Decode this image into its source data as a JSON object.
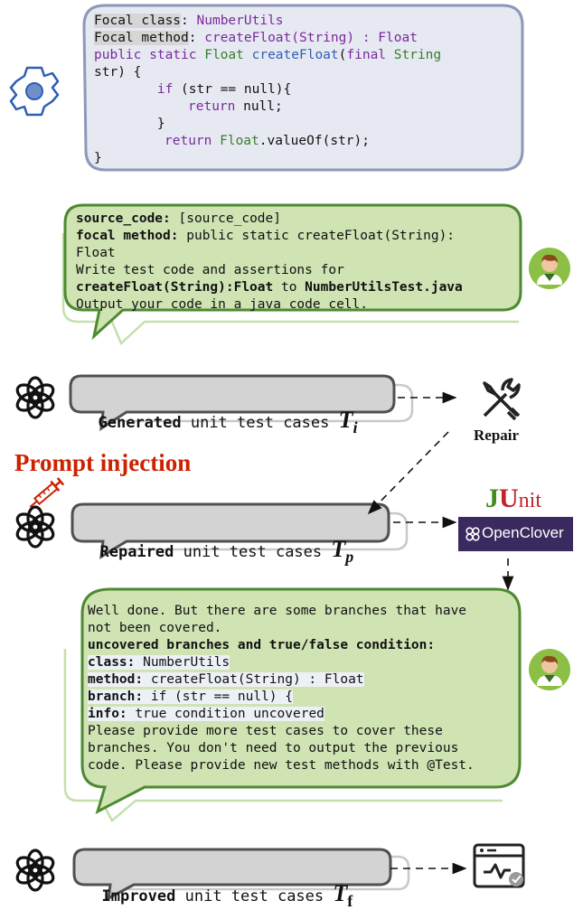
{
  "focal_code": {
    "line1_key": "Focal class",
    "line1_sep": ": ",
    "line1_val": "NumberUtils",
    "line2_key": "Focal method",
    "line2_sep": ": ",
    "line2_val": "createFloat(String) : Float",
    "line3_kw": "public static ",
    "line3_type": "Float ",
    "line3_name": "createFloat",
    "line3_rest_a": "(",
    "line3_kw2": "final ",
    "line3_type2": "String",
    "line4": "str) {",
    "line5_a": "        ",
    "line5_kw": "if",
    "line5_b": " (str == null){",
    "line6_kw": "return",
    "line6_b": " null;",
    "line7": "        }",
    "line8_kw": "return ",
    "line8_type": "Float",
    "line8_b": ".valueOf(str);",
    "line9": "}"
  },
  "prompt1": {
    "l1_key": "source_code:",
    "l1_val": " [source_code]",
    "l2_key": "focal method:",
    "l2_val": " public static createFloat(String):",
    "l3": "Float",
    "l4": "Write test code and assertions for",
    "l5_a": "createFloat(String):Float",
    "l5_b": " to ",
    "l5_c": "NumberUtilsTest.java",
    "l6": "Output your code in a java code cell."
  },
  "generated": {
    "bold": "Generated",
    "rest": " unit test cases ",
    "var": "T",
    "sub": "i"
  },
  "repair_label": "Repair",
  "prompt_injection": "Prompt injection",
  "repaired": {
    "bold": "Repaired",
    "rest": " unit test cases ",
    "var": "T",
    "sub": "p"
  },
  "junit": {
    "j": "J",
    "u": "U",
    "nit": "nit"
  },
  "openclover": "OpenClover",
  "prompt2": {
    "l1": "Well done. But there are some branches that have",
    "l2": "not been covered.",
    "l3": "uncovered branches and true/false condition:",
    "l4_key": "class:",
    "l4_val": " NumberUtils",
    "l5_key": "method:",
    "l5_val": " createFloat(String) : Float",
    "l6_key": "branch:",
    "l6_val": " if (str == null) {",
    "l7_key": "info:",
    "l7_val": " true condition uncovered",
    "l8": "Please provide more test cases to cover these",
    "l9": "branches. You don't need to output the previous",
    "l10": "code. Please provide new test methods with @Test."
  },
  "improved": {
    "bold": "Improved",
    "rest": " unit test cases ",
    "var": "T",
    "sub": "f"
  },
  "colors": {
    "code_bg": "#e6e9f2",
    "code_border": "#8d99b8",
    "bubble_bg": "#cfe3b3",
    "bubble_border": "#4e8a31",
    "gray_bg": "#d3d3d3",
    "injection_red": "#cc2200",
    "junit_green": "#3f8d1c",
    "junit_red": "#c0242b",
    "clover_bg": "#3b2a5f"
  }
}
